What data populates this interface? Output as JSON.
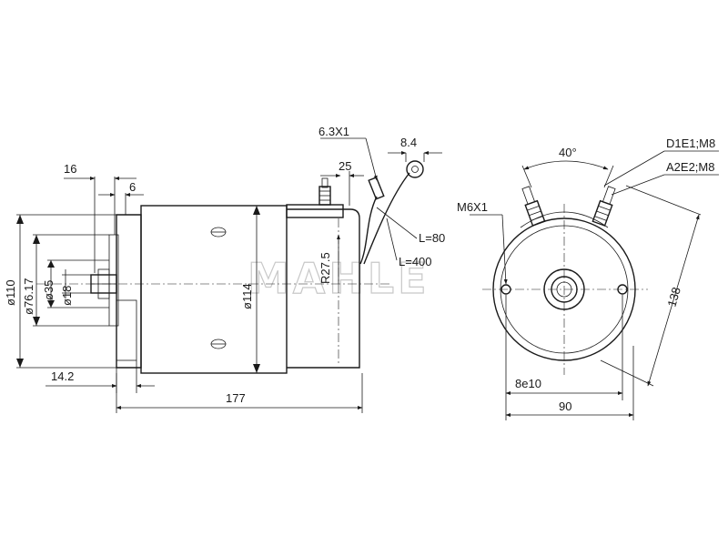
{
  "watermark": "MAHLE",
  "side_view": {
    "dimensions": {
      "d16": "16",
      "d6": "6",
      "d25": "25",
      "wire_terminal": "6.3X1",
      "d8_4": "8.4",
      "l80": "L=80",
      "l400": "L=400",
      "r27_5": "R27.5",
      "dia114": "ø114",
      "dia110": "ø110",
      "dia76_17": "ø76.17",
      "dia35": "ø35",
      "dia18": "ø18",
      "d14_2": "14.2",
      "d177": "177"
    }
  },
  "end_view": {
    "dimensions": {
      "angle": "40°",
      "terminal_1": "D1E1;M8",
      "terminal_2": "A2E2;M8",
      "m6x1": "M6X1",
      "d138": "138",
      "d8e10": "8e10",
      "d90": "90"
    }
  }
}
